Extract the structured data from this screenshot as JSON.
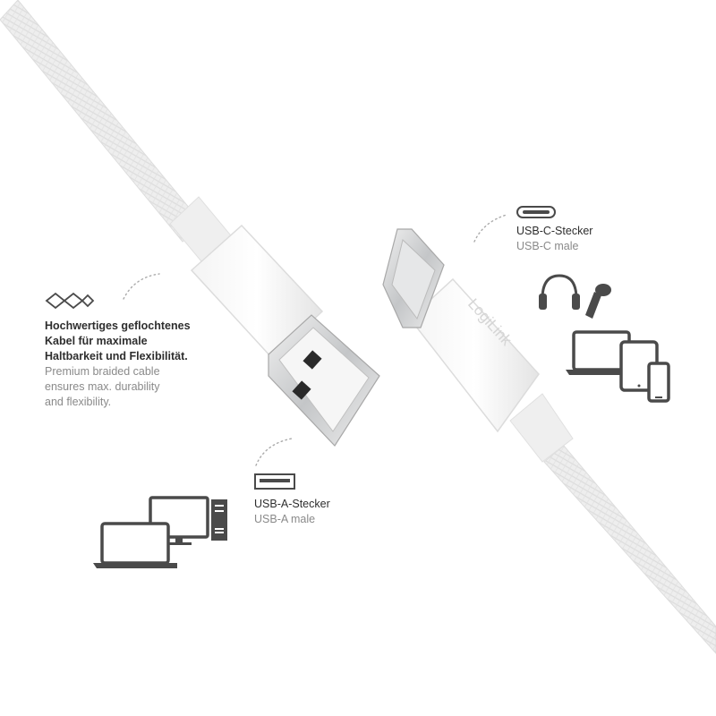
{
  "brand": {
    "logo_text": "LogiLink"
  },
  "features": {
    "braided": {
      "title_de": [
        "Hochwertiges geflochtenes",
        "Kabel für maximale",
        "Haltbarkeit und Flexibilität."
      ],
      "text_en": [
        "Premium braided cable",
        "ensures max. durability",
        "and flexibility."
      ],
      "icon": "infinity-icon"
    },
    "usb_c": {
      "title_de": "USB-C-Stecker",
      "text_en": "USB-C male",
      "icon": "usb-c-port-icon",
      "devices": [
        "headphones-icon",
        "earbud-icon",
        "laptop-icon",
        "tablet-icon",
        "smartphone-icon"
      ]
    },
    "usb_a": {
      "title_de": "USB-A-Stecker",
      "text_en": "USB-A male",
      "icon": "usb-a-port-icon",
      "devices": [
        "laptop-icon",
        "monitor-icon",
        "desktop-tower-icon"
      ]
    }
  },
  "colors": {
    "icon": "#4a4a4a",
    "cable": "#e9e9e9",
    "text_dark": "#2e2e2e",
    "text_light": "#8a8a8a",
    "metal": "#c9cbcd"
  }
}
